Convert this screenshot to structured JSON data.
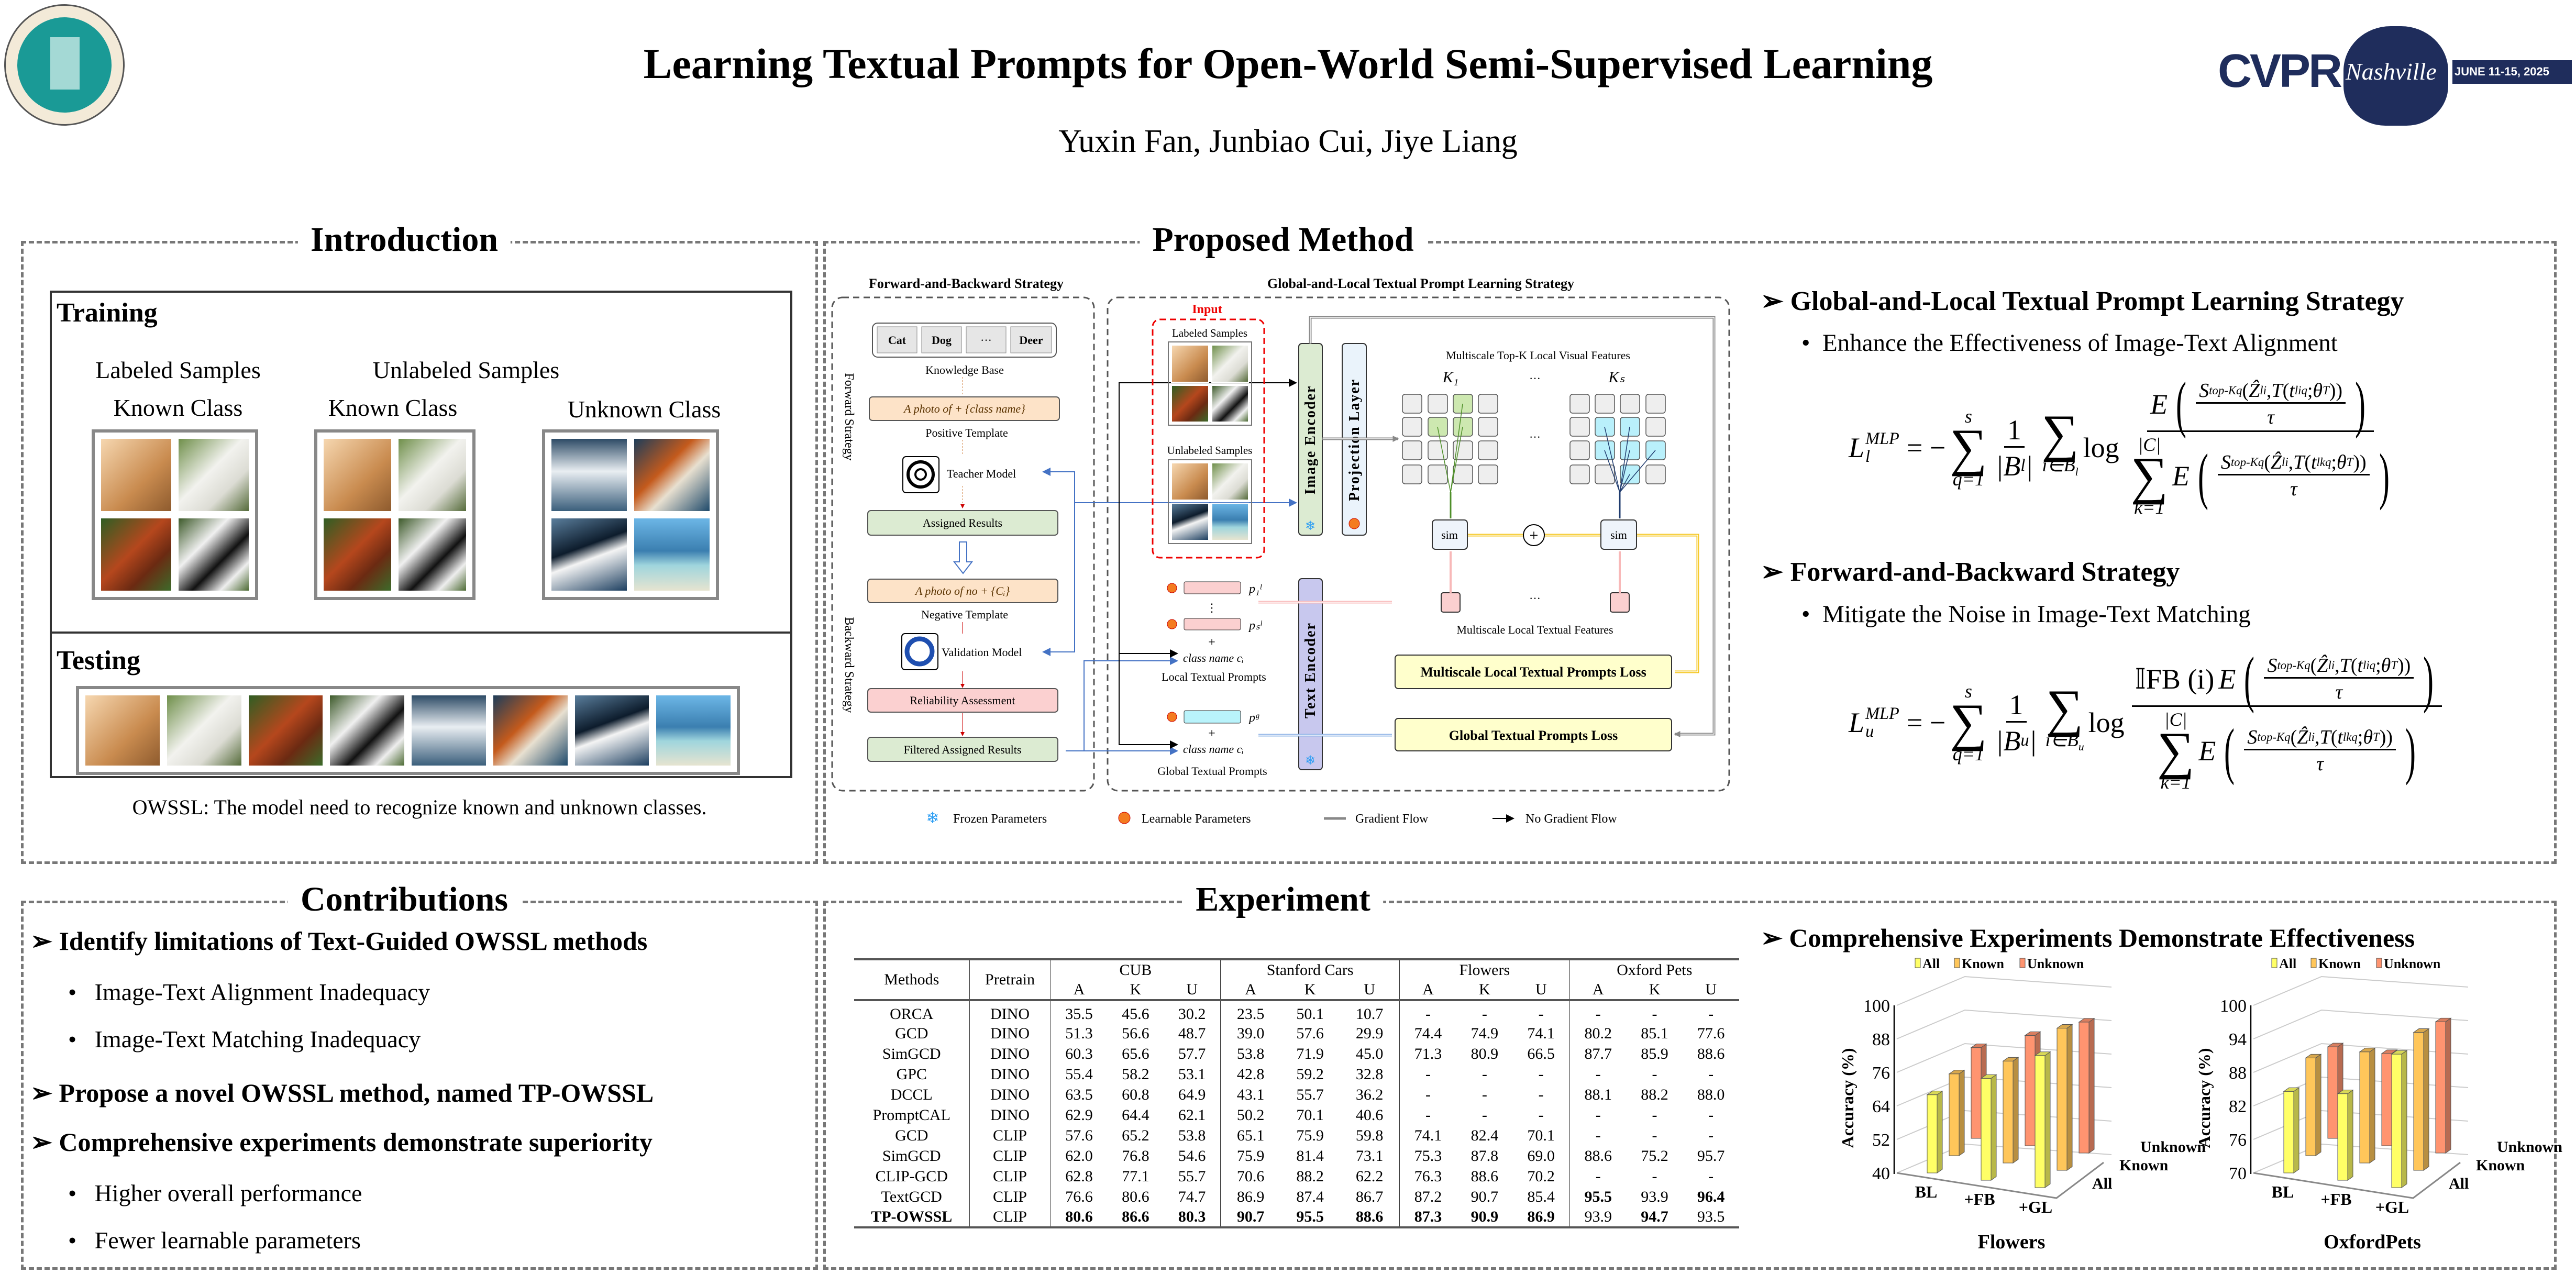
{
  "header": {
    "title": "Learning Textual Prompts for Open-World Semi-Supervised Learning",
    "authors": "Yuxin Fan, Junbiao Cui, Jiye Liang",
    "left_logo": "university-seal",
    "right_logo": {
      "text": "CVPR",
      "script": "Nashville",
      "dates": "JUNE 11-15, 2025",
      "color": "#1f2d5c"
    }
  },
  "introduction": {
    "title": "Introduction",
    "training_label": "Training",
    "labeled_label": "Labeled Samples",
    "unlabeled_label": "Unlabeled Samples",
    "known_class_1": "Known Class",
    "known_class_2": "Known Class",
    "unknown_class": "Unknown Class",
    "labeled_images": [
      "cat",
      "dog",
      "red-panda",
      "panda"
    ],
    "unlabeled_known_images": [
      "cat",
      "dog",
      "red-panda",
      "panda"
    ],
    "unlabeled_unknown_images": [
      "swan",
      "duck",
      "orca",
      "dolphin"
    ],
    "testing_label": "Testing",
    "testing_images": [
      "cat",
      "dog",
      "red-panda",
      "panda",
      "swan",
      "duck",
      "orca",
      "dolphin"
    ],
    "caption": "OWSSL: The model need to recognize known and unknown classes."
  },
  "method": {
    "title": "Proposed Method",
    "fb_title": "Forward-and-Backward Strategy",
    "gl_title": "Global-and-Local Textual Prompt Learning Strategy",
    "forward_label": "Forward Strategy",
    "backward_label": "Backward Strategy",
    "kb_items": [
      "Cat",
      "Dog",
      "···",
      "Deer"
    ],
    "kb_label": "Knowledge Base",
    "pos_template": "A photo of  + {class name}",
    "pos_label": "Positive Template",
    "teacher": "Teacher Model",
    "assigned": "Assigned Results",
    "neg_template": "A photo of  no + {Cᵢ}",
    "neg_label": "Negative Template",
    "validation": "Validation Model",
    "reliability": "Reliability Assessment",
    "filtered": "Filtered Assigned Results",
    "input": "Input",
    "labeled": "Labeled Samples",
    "unlabeled": "Unlabeled Samples",
    "image_encoder": "Image Encoder",
    "projection": "Projection Layer",
    "text_encoder": "Text Encoder",
    "visual_features": "Multiscale Top-K Local Visual Features",
    "k1": "K₁",
    "ks": "Kₛ",
    "dots": "···",
    "sim": "sim",
    "plus": "+",
    "p1": "p₁ˡ",
    "ps": "pₛˡ",
    "pg": "pᵍ",
    "vdots": "⋮",
    "class_name": "class name cᵢ",
    "local_prompts": "Local Textual Prompts",
    "global_prompts": "Global Textual Prompts",
    "local_features": "Multiscale Local Textual Features",
    "local_loss": "Multiscale Local Textual Prompts Loss",
    "global_loss": "Global Textual Prompts Loss",
    "legend": {
      "frozen": "Frozen Parameters",
      "learnable": "Learnable Parameters",
      "gradient": "Gradient Flow",
      "no_gradient": "No Gradient Flow"
    },
    "colors": {
      "green": "#dcebd2",
      "orange": "#fde3c8",
      "pink": "#fbd0d0",
      "yellow": "#ffffcc",
      "cyan": "#b9f3fb",
      "purple": "#c8c8ee",
      "blue_arrow": "#4472c4",
      "gold_arrow": "#f5c518"
    },
    "right": {
      "h1": "Global-and-Local Textual Prompt Learning Strategy",
      "b1": "Enhance the Effectiveness of Image-Text Alignment",
      "h2": "Forward-and-Backward Strategy",
      "b2": "Mitigate the Noise in Image-Text Matching"
    }
  },
  "formulas": [
    {
      "L": "L",
      "sup": "MLP",
      "sub": "l",
      "eq": "= −",
      "s": "s",
      "q1": "q=1",
      "one": "1",
      "Bden": "|B",
      "Bsub": "l",
      "Bclose": "|",
      "i_in": "i∈B",
      "i_sub": "l",
      "log": "log",
      "ind": "",
      "E": "E",
      "C": "|C|",
      "k1": "k=1",
      "tau": "τ",
      "inner": {
        "S": "S",
        "S_sub": "top-K",
        "S_subsub": "q",
        "Z": "Ẑ",
        "Z_sup": "l",
        "Z_sub": "i",
        "T": "T",
        "t": "t",
        "t_sup": "l",
        "t_num_sub": "iq",
        "t_den_sub": "kq",
        "theta": "θ",
        "theta_sub": "T"
      }
    },
    {
      "L": "L",
      "sup": "MLP",
      "sub": "u",
      "eq": "= −",
      "s": "s",
      "q1": "q=1",
      "one": "1",
      "Bden": "|B",
      "Bsub": "u",
      "Bclose": "|",
      "i_in": "i∈B",
      "i_sub": "u",
      "log": "log",
      "ind": "𝕀FB (i)",
      "E": "E",
      "C": "|C|",
      "k1": "k=1",
      "tau": "τ",
      "inner": {
        "S": "S",
        "S_sub": "top-K",
        "S_subsub": "q",
        "Z": "Ẑ",
        "Z_sup": "l",
        "Z_sub": "i",
        "T": "T",
        "t": "t",
        "t_sup": "l",
        "t_num_sub": "iq",
        "t_den_sub": "kq",
        "theta": "θ",
        "theta_sub": "T"
      }
    }
  ],
  "contributions": {
    "title": "Contributions",
    "items": [
      {
        "type": "head",
        "text": "Identify limitations of Text-Guided OWSSL methods"
      },
      {
        "type": "bullet",
        "text": "Image-Text Alignment Inadequacy"
      },
      {
        "type": "bullet",
        "text": "Image-Text Matching Inadequacy"
      },
      {
        "type": "head",
        "text": "Propose a novel OWSSL method, named TP-OWSSL"
      },
      {
        "type": "head",
        "text": "Comprehensive experiments demonstrate superiority"
      },
      {
        "type": "bullet",
        "text": "Higher overall performance"
      },
      {
        "type": "bullet",
        "text": "Fewer learnable parameters"
      }
    ]
  },
  "experiment": {
    "title": "Experiment",
    "right_heading": "Comprehensive Experiments Demonstrate Effectiveness",
    "table": {
      "col_methods": "Methods",
      "col_pretrain": "Pretrain",
      "datasets": [
        "CUB",
        "Stanford Cars",
        "Flowers",
        "Oxford Pets"
      ],
      "sub_cols": [
        "A",
        "K",
        "U"
      ],
      "rows": [
        {
          "method": "ORCA",
          "pretrain": "DINO",
          "values": [
            "35.5",
            "45.6",
            "30.2",
            "23.5",
            "50.1",
            "10.7",
            "-",
            "-",
            "-",
            "-",
            "-",
            "-"
          ],
          "bold": []
        },
        {
          "method": "GCD",
          "pretrain": "DINO",
          "values": [
            "51.3",
            "56.6",
            "48.7",
            "39.0",
            "57.6",
            "29.9",
            "74.4",
            "74.9",
            "74.1",
            "80.2",
            "85.1",
            "77.6"
          ],
          "bold": []
        },
        {
          "method": "SimGCD",
          "pretrain": "DINO",
          "values": [
            "60.3",
            "65.6",
            "57.7",
            "53.8",
            "71.9",
            "45.0",
            "71.3",
            "80.9",
            "66.5",
            "87.7",
            "85.9",
            "88.6"
          ],
          "bold": []
        },
        {
          "method": "GPC",
          "pretrain": "DINO",
          "values": [
            "55.4",
            "58.2",
            "53.1",
            "42.8",
            "59.2",
            "32.8",
            "-",
            "-",
            "-",
            "-",
            "-",
            "-"
          ],
          "bold": []
        },
        {
          "method": "DCCL",
          "pretrain": "DINO",
          "values": [
            "63.5",
            "60.8",
            "64.9",
            "43.1",
            "55.7",
            "36.2",
            "-",
            "-",
            "-",
            "88.1",
            "88.2",
            "88.0"
          ],
          "bold": []
        },
        {
          "method": "PromptCAL",
          "pretrain": "DINO",
          "values": [
            "62.9",
            "64.4",
            "62.1",
            "50.2",
            "70.1",
            "40.6",
            "-",
            "-",
            "-",
            "-",
            "-",
            "-"
          ],
          "bold": []
        },
        {
          "method": "GCD",
          "pretrain": "CLIP",
          "values": [
            "57.6",
            "65.2",
            "53.8",
            "65.1",
            "75.9",
            "59.8",
            "74.1",
            "82.4",
            "70.1",
            "-",
            "-",
            "-"
          ],
          "bold": []
        },
        {
          "method": "SimGCD",
          "pretrain": "CLIP",
          "values": [
            "62.0",
            "76.8",
            "54.6",
            "75.9",
            "81.4",
            "73.1",
            "75.3",
            "87.8",
            "69.0",
            "88.6",
            "75.2",
            "95.7"
          ],
          "bold": []
        },
        {
          "method": "CLIP-GCD",
          "pretrain": "CLIP",
          "values": [
            "62.8",
            "77.1",
            "55.7",
            "70.6",
            "88.2",
            "62.2",
            "76.3",
            "88.6",
            "70.2",
            "-",
            "-",
            "-"
          ],
          "bold": []
        },
        {
          "method": "TextGCD",
          "pretrain": "CLIP",
          "values": [
            "76.6",
            "80.6",
            "74.7",
            "86.9",
            "87.4",
            "86.7",
            "87.2",
            "90.7",
            "85.4",
            "95.5",
            "93.9",
            "96.4"
          ],
          "bold": [
            9,
            11
          ]
        },
        {
          "method": "TP-OWSSL",
          "pretrain": "CLIP",
          "values": [
            "80.6",
            "86.6",
            "80.3",
            "90.7",
            "95.5",
            "88.6",
            "87.3",
            "90.9",
            "86.9",
            "93.9",
            "94.7",
            "93.5"
          ],
          "bold": [
            0,
            1,
            2,
            3,
            4,
            5,
            6,
            7,
            8,
            10
          ],
          "method_bold": true
        }
      ]
    }
  },
  "chart_data": [
    {
      "type": "bar",
      "title": "Flowers",
      "ylabel": "Accuracy (%)",
      "ylim": [
        40,
        100
      ],
      "yticks": [
        "40",
        "52",
        "64",
        "76",
        "88",
        "100"
      ],
      "categories": [
        "BL",
        "+FB",
        "+GL"
      ],
      "depth_labels": [
        "All",
        "Known",
        "Unknown"
      ],
      "legend": "top",
      "grid": true,
      "series": [
        {
          "name": "All",
          "values": [
            68.0,
            76.5,
            87.3
          ],
          "color": "#ffff66"
        },
        {
          "name": "Known",
          "values": [
            69.3,
            76.5,
            90.9
          ],
          "color": "#ffc65a"
        },
        {
          "name": "Unknown",
          "values": [
            72.5,
            79.5,
            86.9
          ],
          "color": "#ff9470"
        }
      ]
    },
    {
      "type": "bar",
      "title": "OxfordPets",
      "ylabel": "Accuracy (%)",
      "ylim": [
        70,
        100
      ],
      "yticks": [
        "70",
        "76",
        "82",
        "88",
        "94",
        "100"
      ],
      "categories": [
        "BL",
        "+FB",
        "+GL"
      ],
      "depth_labels": [
        "All",
        "Known",
        "Unknown"
      ],
      "legend": "top",
      "grid": true,
      "series": [
        {
          "name": "All",
          "values": [
            84.6,
            85.5,
            93.9
          ],
          "color": "#ffff66"
        },
        {
          "name": "Known",
          "values": [
            87.5,
            89.9,
            94.7
          ],
          "color": "#ffc65a"
        },
        {
          "name": "Unknown",
          "values": [
            86.4,
            86.5,
            93.5
          ],
          "color": "#ff9470"
        }
      ]
    }
  ]
}
